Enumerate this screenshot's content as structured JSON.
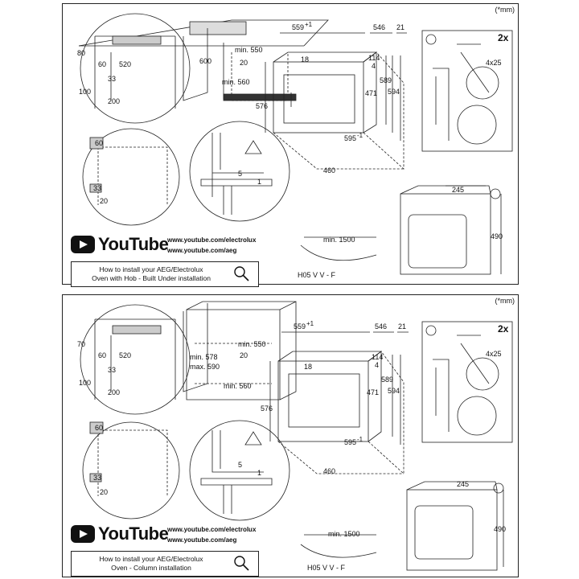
{
  "unit_note": "(*mm)",
  "panels": [
    {
      "id": "top",
      "dims": {
        "d80": "80",
        "d60a": "60",
        "d520": "520",
        "d33": "33",
        "d100": "100",
        "d200": "200",
        "d600": "600",
        "dmin550": "min. 550",
        "d20": "20",
        "dmin560": "min. 560",
        "d559": "559",
        "d559sup": "+1",
        "d546": "546",
        "d21": "21",
        "d18": "18",
        "d114": "114",
        "d4": "4",
        "d589": "589",
        "d594": "594",
        "d471": "471",
        "d576": "576",
        "d595": "595",
        "d595sup": "-1",
        "d460": "460",
        "d60b": "60",
        "d33b": "33",
        "d20b": "20",
        "d5": "5",
        "d1": "1",
        "d2x": "2x",
        "d4x25": "4x25",
        "d245": "245",
        "d490": "490"
      },
      "youtube": {
        "logo_text": "YouTube",
        "url1": "www.youtube.com/electrolux",
        "url2": "www.youtube.com/aeg",
        "caption_line1": "How to install your AEG/Electrolux",
        "caption_line2": "Oven with Hob - Built Under installation"
      },
      "cable": {
        "length": "min. 1500",
        "label": "H05 V V - F"
      }
    },
    {
      "id": "bottom",
      "dims": {
        "d80": "70",
        "d60a": "60",
        "d520": "520",
        "d33": "33",
        "d100": "100",
        "d200": "200",
        "d578": "min. 578",
        "d590": "max. 590",
        "dmin550": "min. 550",
        "d20": "20",
        "dmin560": "min. 560",
        "d559": "559",
        "d559sup": "+1",
        "d546": "546",
        "d21": "21",
        "d18": "18",
        "d114": "114",
        "d4": "4",
        "d589": "589",
        "d594": "594",
        "d471": "471",
        "d576": "576",
        "d595": "595",
        "d595sup": "-1",
        "d460": "460",
        "d60b": "60",
        "d33b": "33",
        "d20b": "20",
        "d5": "5",
        "d1": "1",
        "d2x": "2x",
        "d4x25": "4x25",
        "d245": "245",
        "d490": "490"
      },
      "youtube": {
        "logo_text": "YouTube",
        "url1": "www.youtube.com/electrolux",
        "url2": "www.youtube.com/aeg",
        "caption_line1": "How to install your AEG/Electrolux",
        "caption_line2": "Oven - Column installation"
      },
      "cable": {
        "length": "min. 1500",
        "label": "H05 V V - F"
      }
    }
  ],
  "icons": [
    "info-icon",
    "warning-icon",
    "screw-icon",
    "magnifier-icon",
    "youtube-play-icon"
  ]
}
